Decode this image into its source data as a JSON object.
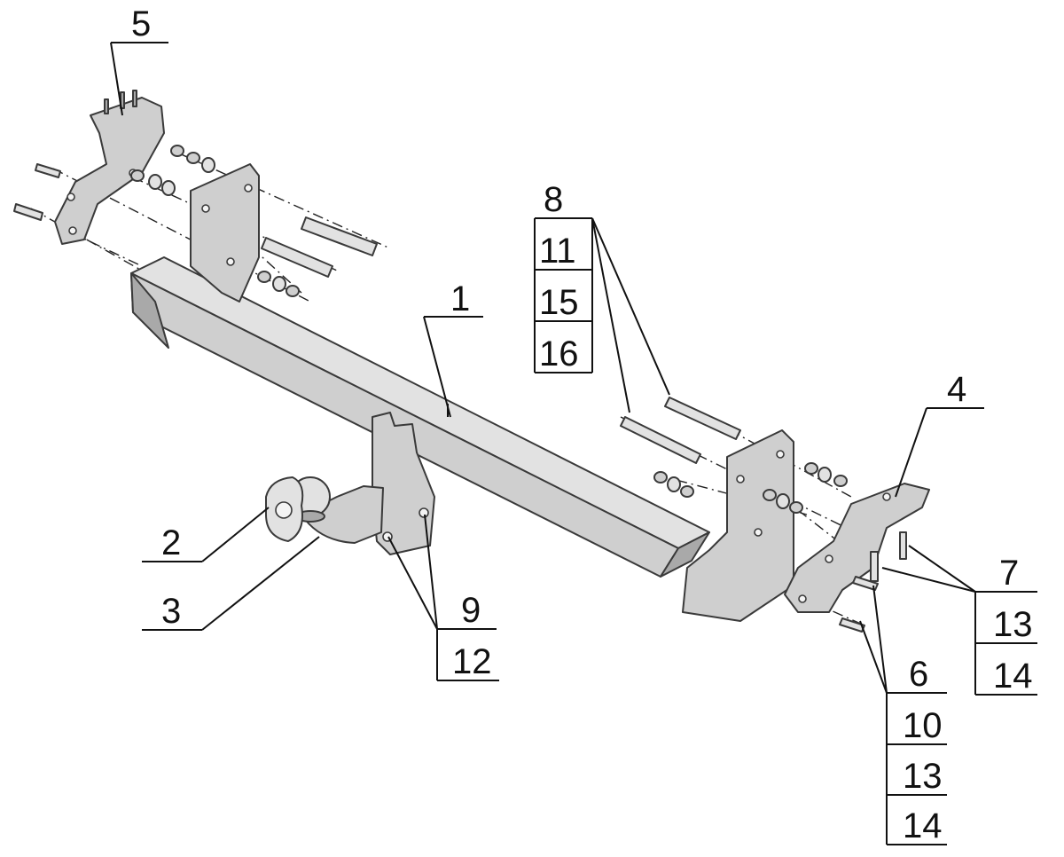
{
  "callouts": {
    "c1": "1",
    "c2": "2",
    "c3": "3",
    "c4": "4",
    "c5": "5",
    "c6_group": [
      "6",
      "10",
      "13",
      "14"
    ],
    "c7_group": [
      "7",
      "13",
      "14"
    ],
    "c8_group": [
      "8",
      "11",
      "15",
      "16"
    ],
    "c9_group": [
      "9",
      "12"
    ]
  }
}
